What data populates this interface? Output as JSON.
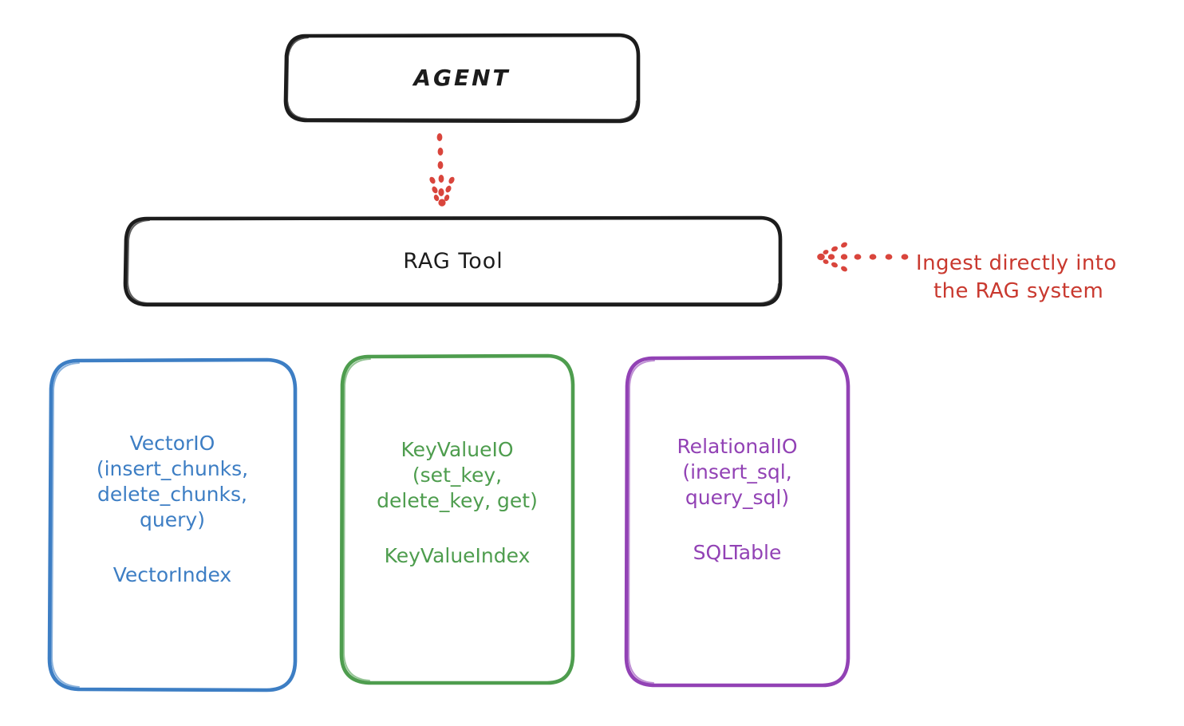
{
  "diagram": {
    "title_nodes": {
      "agent": {
        "label": "AGENT"
      },
      "rag_tool": {
        "label": "RAG Tool"
      }
    },
    "leaf_nodes": [
      {
        "id": "vector",
        "api": "VectorIO\n(insert_chunks,\ndelete_chunks,\nquery)",
        "index": "VectorIndex",
        "color": "#3d7ec4"
      },
      {
        "id": "keyvalue",
        "api": "KeyValueIO\n(set_key,\ndelete_key, get)",
        "index": "KeyValueIndex",
        "color": "#4e9d4e"
      },
      {
        "id": "relational",
        "api": "RelationalIO\n(insert_sql,\nquery_sql)",
        "index": "SQLTable",
        "color": "#9242b5"
      }
    ],
    "annotations": [
      {
        "id": "ingest",
        "line1": "Ingest directly into",
        "line2": "the RAG system",
        "color": "#c9392f"
      }
    ],
    "connectors": [
      {
        "id": "agent-to-rag-tool",
        "style": "dotted-arrow",
        "direction": "down",
        "color": "#d9453c"
      },
      {
        "id": "ingest-to-rag-tool",
        "style": "dotted-arrow",
        "direction": "left",
        "color": "#d9453c"
      }
    ],
    "stroke_colors": {
      "outline_black": "#1c1c1c",
      "background": "#ffffff"
    }
  }
}
